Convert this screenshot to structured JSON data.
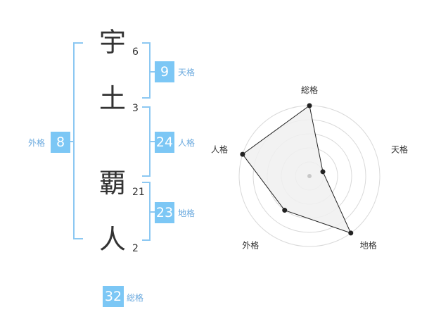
{
  "name": {
    "chars": [
      {
        "char": "宇",
        "strokes": "6"
      },
      {
        "char": "土",
        "strokes": "3"
      },
      {
        "char": "覇",
        "strokes": "21"
      },
      {
        "char": "人",
        "strokes": "2"
      }
    ]
  },
  "kaku": {
    "tenkaku": {
      "label": "天格",
      "value": "9"
    },
    "jinkaku": {
      "label": "人格",
      "value": "24"
    },
    "chikaku": {
      "label": "地格",
      "value": "23"
    },
    "gaikaku": {
      "label": "外格",
      "value": "8"
    },
    "soukaku": {
      "label": "総格",
      "value": "32"
    }
  },
  "chart_data": {
    "type": "radar",
    "axes": [
      "総格",
      "天格",
      "地格",
      "外格",
      "人格"
    ],
    "values": [
      5,
      1,
      5,
      3,
      5
    ],
    "range": [
      0,
      5
    ],
    "rings": 5,
    "colors": {
      "fill": "#f0f0f0",
      "line": "#222222",
      "ring": "#d9d9d9",
      "center": "#c8c8c8"
    }
  }
}
